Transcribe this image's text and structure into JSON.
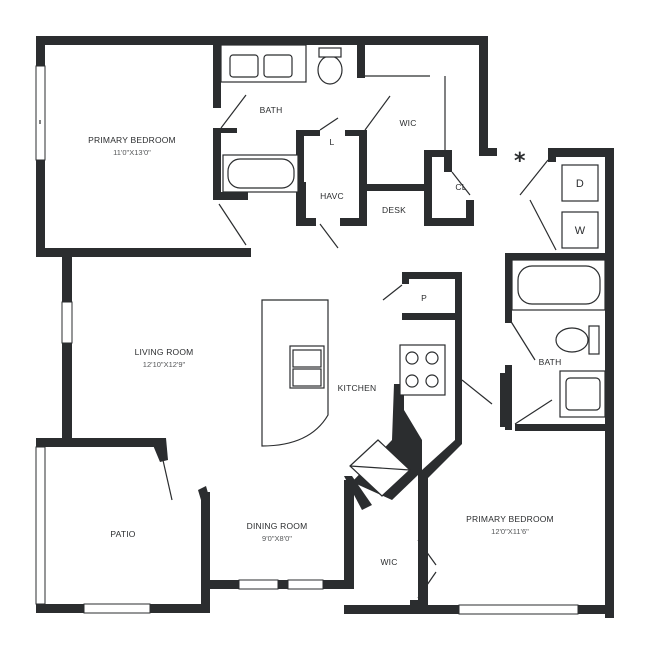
{
  "rooms": {
    "primary_bedroom_1": {
      "label": "PRIMARY BEDROOM",
      "dims": "11'0\"X13'0\""
    },
    "bath_1": {
      "label": "BATH"
    },
    "wic_1": {
      "label": "WIC"
    },
    "linen": {
      "label": "L"
    },
    "havc": {
      "label": "HAVC"
    },
    "desk": {
      "label": "DESK"
    },
    "closet": {
      "label": "CL"
    },
    "dryer": {
      "label": "D"
    },
    "washer": {
      "label": "W"
    },
    "living_room": {
      "label": "LIVING ROOM",
      "dims": "12'10\"X12'9\""
    },
    "pantry": {
      "label": "P"
    },
    "kitchen": {
      "label": "KITCHEN"
    },
    "bath_2": {
      "label": "BATH"
    },
    "patio": {
      "label": "PATIO"
    },
    "dining_room": {
      "label": "DINING ROOM",
      "dims": "9'0\"X8'0\""
    },
    "wic_2": {
      "label": "WIC"
    },
    "primary_bedroom_2": {
      "label": "PRIMARY BEDROOM",
      "dims": "12'0\"X11'6\""
    }
  },
  "markers": {
    "asterisk": "*"
  },
  "colors": {
    "wall": "#2b2d2f",
    "background": "#ffffff"
  }
}
